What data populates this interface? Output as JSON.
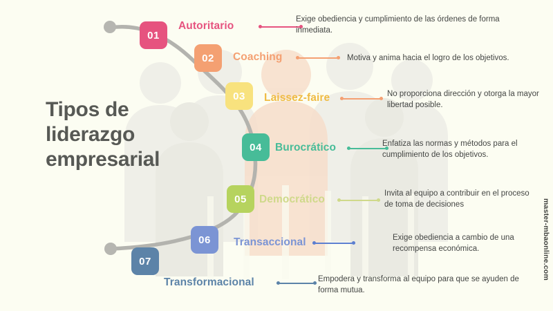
{
  "page": {
    "background_color": "#FCFDF2",
    "title_color": "#575955",
    "body_text_color": "#444644",
    "path_color": "#B3B3AE"
  },
  "title": {
    "lines": [
      "Tipos de",
      "liderazgo",
      "empresarial"
    ]
  },
  "watermark": {
    "text": "master-mbaonline.com"
  },
  "steps": [
    {
      "number": "01",
      "label": "Autoritario",
      "description": "Exige obediencia y cumplimiento de las órdenes  de forma inmediata.",
      "color": "#E6537F",
      "label_color": "#E6537F"
    },
    {
      "number": "02",
      "label": "Coaching",
      "description": "Motiva y anima hacia  el logro de los objetivos.",
      "color": "#F4A072",
      "label_color": "#F4A072"
    },
    {
      "number": "03",
      "label": "Laissez-faire",
      "description": "No proporciona dirección y otorga la mayor libertad posible.",
      "color": "#F8E27E",
      "label_color": "#EFBB43"
    },
    {
      "number": "04",
      "label": "Burocrático",
      "description": "Enfatiza las normas y métodos para el cumplimiento de los objetivos.",
      "color": "#47BC98",
      "label_color": "#47BC98"
    },
    {
      "number": "05",
      "label": "Democrático",
      "description": "Invita al equipo a contribuir en el proceso de toma de decisiones",
      "color": "#B6D35E",
      "label_color": "#CFD98A"
    },
    {
      "number": "06",
      "label": "Transaccional",
      "description": "Exige obediencia  a cambio de una recompensa económica.",
      "color": "#7B94D4",
      "label_color": "#7B94D4"
    },
    {
      "number": "07",
      "label": "Transformacional",
      "description": "Empodera y transforma al equipo para que se ayuden de forma mutua.",
      "color": "#5C83A8",
      "label_color": "#5C83A8"
    }
  ]
}
